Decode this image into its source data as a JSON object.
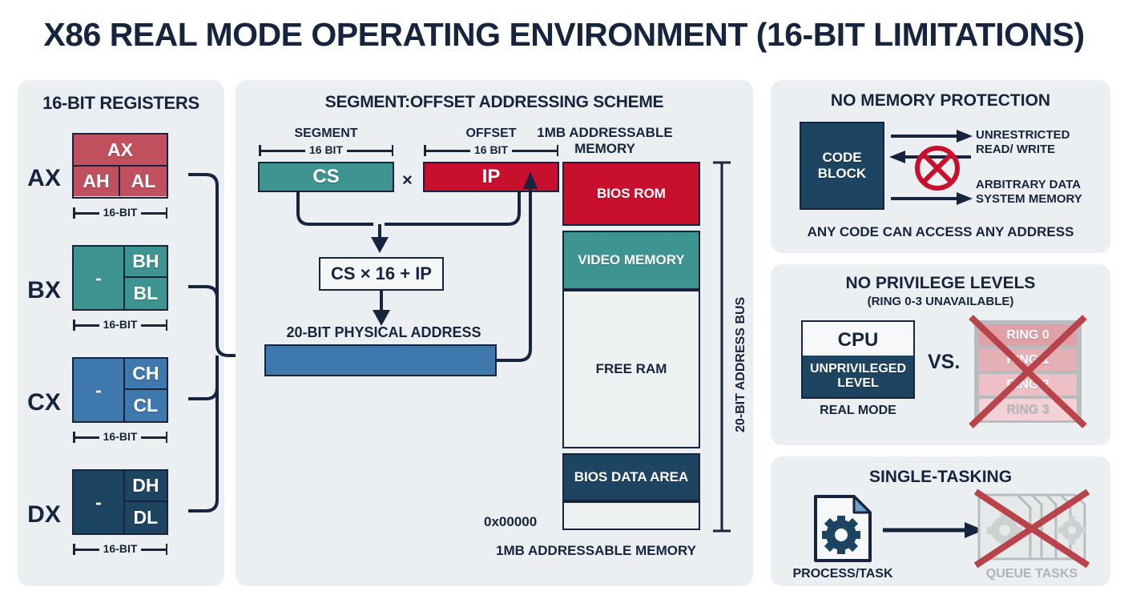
{
  "title": "X86 REAL MODE OPERATING ENVIRONMENT (16-BIT LIMITATIONS)",
  "colors": {
    "ink": "#16243d",
    "red": "#c1505f",
    "crimson": "#c8102e",
    "teal": "#3d9490",
    "blue_mid": "#3f78ad",
    "navy": "#1d4461",
    "panel_bg": "#eceff1",
    "cross_red": "#b8434a"
  },
  "registers": {
    "title": "16-BIT REGISTERS",
    "dim_label": "16-BIT",
    "items": [
      {
        "name": "AX",
        "color": "#c1505f",
        "style": "full-top",
        "top_label": "AX",
        "high": "AH",
        "low": "AL",
        "dash": ""
      },
      {
        "name": "BX",
        "color": "#3d9490",
        "style": "split",
        "top_label": "",
        "high": "BH",
        "low": "BL",
        "dash": "-"
      },
      {
        "name": "CX",
        "color": "#3f78ad",
        "style": "split",
        "top_label": "",
        "high": "CH",
        "low": "CL",
        "dash": "-"
      },
      {
        "name": "DX",
        "color": "#1d4461",
        "style": "split",
        "top_label": "",
        "high": "DH",
        "low": "DL",
        "dash": "-"
      }
    ]
  },
  "center": {
    "title": "SEGMENT:OFFSET ADDRESSING SCHEME",
    "segment_label": "SEGMENT",
    "segment_bits": "16 BIT",
    "segment_value": "CS",
    "offset_label": "OFFSET",
    "offset_bits": "16 BIT",
    "offset_value": "IP",
    "operator": "×",
    "formula": "CS × 16 + IP",
    "address_label": "20-BIT PHYSICAL ADDRESS"
  },
  "memory": {
    "top_caption": "1MB ADDRESSABLE\nMEMORY",
    "bottom_caption": "1MB ADDRESSABLE MEMORY",
    "base_address": "0x00000",
    "bus_label": "20-BIT ADDRESS BUS",
    "blocks": [
      {
        "label": "BIOS ROM",
        "color": "#c8102e",
        "text_color": "#ffffff",
        "height": 80
      },
      {
        "label": "VIDEO MEMORY",
        "color": "#3d9490",
        "text_color": "#ffffff",
        "height": 74
      },
      {
        "label": "FREE RAM",
        "color": "#eef1f2",
        "text_color": "#16243d",
        "height": 198
      },
      {
        "label": "BIOS DATA AREA",
        "color": "#1d4461",
        "text_color": "#ffffff",
        "height": 60
      },
      {
        "label": "",
        "color": "#eef1f2",
        "text_color": "#16243d",
        "height": 36
      }
    ]
  },
  "no_memory_protection": {
    "title": "NO MEMORY PROTECTION",
    "block_line1": "CODE",
    "block_line2": "BLOCK",
    "arrow1_line1": "UNRESTRICTED",
    "arrow1_line2": "READ/ WRITE",
    "arrow2_line1": "ARBITRARY DATA",
    "arrow2_line2": "SYSTEM MEMORY",
    "caption": "ANY CODE CAN ACCESS ANY ADDRESS"
  },
  "no_privilege_levels": {
    "title": "NO PRIVILEGE LEVELS",
    "subtitle": "(RING 0-3 UNAVAILABLE)",
    "cpu_label": "CPU",
    "cpu_sub_line1": "UNPRIVILEGED",
    "cpu_sub_line2": "LEVEL",
    "mode_caption": "REAL MODE",
    "vs": "VS.",
    "rings": [
      {
        "label": "RING 0",
        "color": "#dfa0a8"
      },
      {
        "label": "RING 1",
        "color": "#e5afb6"
      },
      {
        "label": "RING 2",
        "color": "#ecc0c6"
      },
      {
        "label": "RING 3",
        "color": "#f2d2d6"
      }
    ]
  },
  "single_tasking": {
    "title": "SINGLE-TASKING",
    "process_label": "PROCESS/TASK",
    "queue_label": "QUEUE TASKS"
  }
}
